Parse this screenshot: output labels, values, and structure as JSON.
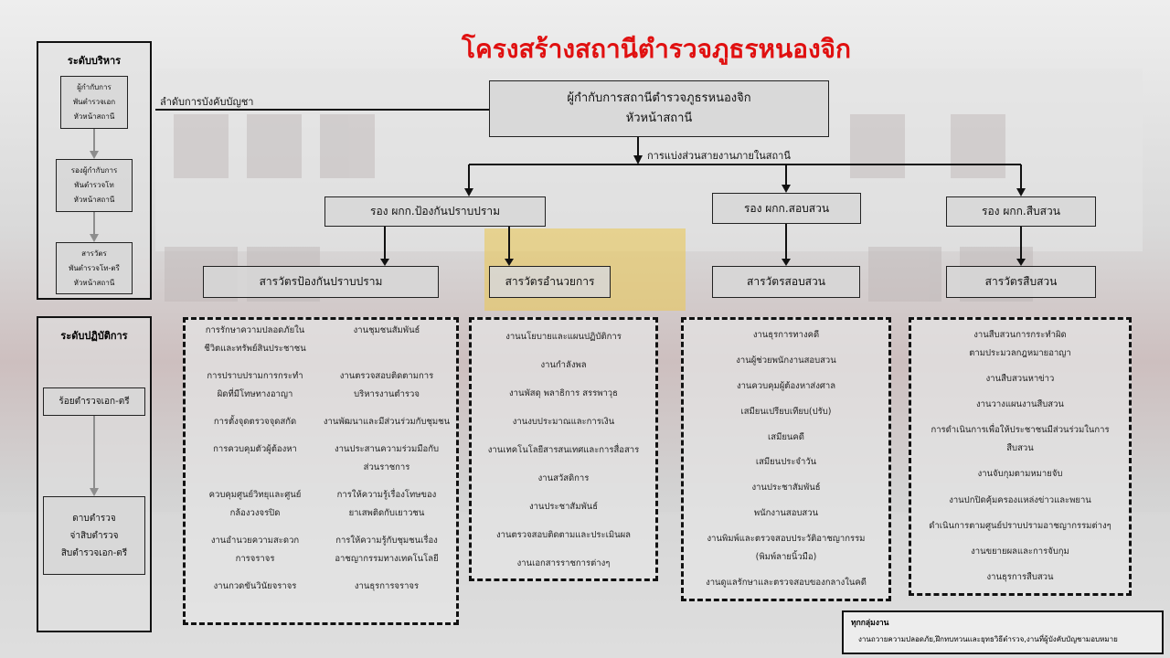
{
  "title": "โครงสร้างสถานีตำรวจภูธรหนองจิก",
  "command_label": "ลำดับการบังคับบัญชา",
  "division_label": "การแบ่งส่วนสายงานภายในสถานี",
  "top_box": {
    "line1": "ผู้กำกับการสถานีตำรวจภูธรหนองจิก",
    "line2": "หัวหน้าสถานี"
  },
  "admin_level": {
    "heading": "ระดับบริหาร",
    "boxes": [
      [
        "ผู้กำกับการ",
        "พันตำรวจเอก",
        "หัวหน้าสถานี"
      ],
      [
        "รองผู้กำกับการ",
        "พันตำรวจโท",
        "หัวหน้าสถานี"
      ],
      [
        "สารวัตร",
        "พันตำรวจโท-ตรี",
        "หัวหน้าสถานี"
      ]
    ]
  },
  "op_level": {
    "heading": "ระดับปฏิบัติการ",
    "box1": "ร้อยตำรวจเอก-ตรี",
    "box2": [
      "ดาบตำรวจ",
      "จ่าสิบตำรวจ",
      "สิบตำรวจเอก-ตรี"
    ]
  },
  "deputies": [
    "รอง ผกก.ป้องกันปราบปราม",
    "รอง ผกก.สอบสวน",
    "รอง ผกก.สืบสวน"
  ],
  "inspectors": [
    "สารวัตรป้องกันปราบปราม",
    "สารวัตรอำนวยการ",
    "สารวัตรสอบสวน",
    "สารวัตรสืบสวน"
  ],
  "prevention_tasks": [
    [
      "การรักษาความปลอดภัยใน\nชีวิตและทรัพย์สินประชาชน",
      "งานชุมชนสัมพันธ์"
    ],
    [
      "การปราบปรามการกระทำ\nผิดที่มีโทษทางอาญา",
      "งานตรวจสอบติดตามการ\nบริหารงานตำรวจ"
    ],
    [
      "การตั้งจุดตรวจจุดสกัด",
      "งานพัฒนาและมีส่วนร่วมกับชุมชน"
    ],
    [
      "การควบคุมตัวผู้ต้องหา",
      "งานประสานความร่วมมือกับ\nส่วนราชการ"
    ],
    [
      "ควบคุมศูนย์วิทยุและศูนย์\nกล้องวงจรปิด",
      "การให้ความรู้เรื่องโทษของ\nยาเสพติดกับเยาวชน"
    ],
    [
      "งานอำนวยความสะดวก\nการจราจร",
      "การให้ความรู้กับชุมชนเรื่อง\nอาชญากรรมทางเทคโนโลยี"
    ],
    [
      "งานกวดขันวินัยจราจร",
      "งานธุรการจราจร"
    ]
  ],
  "admin_tasks": [
    "งานนโยบายและแผนปฏิบัติการ",
    "งานกำลังพล",
    "งานพัสดุ พลาธิการ สรรพาวุธ",
    "งานงบประมาณและการเงิน",
    "งานเทคโนโลยีสารสนเทศและการสื่อสาร",
    "งานสวัสดิการ",
    "งานประชาสัมพันธ์",
    "งานตรวจสอบติดตามและประเมินผล",
    "งานเอกสารราชการต่างๆ"
  ],
  "investigation_tasks": [
    "งานธุรการทางคดี",
    "งานผู้ช่วยพนักงานสอบสวน",
    "งานควบคุมผู้ต้องหาส่งศาล",
    "เสมียนเปรียบเทียบ(ปรับ)",
    "เสมียนคดี",
    "เสมียนประจำวัน",
    "งานประชาสัมพันธ์",
    "พนักงานสอบสวน",
    "งานพิมพ์และตรวจสอบประวัติอาชญากรรม\n(พิมพ์ลายนิ้วมือ)",
    "งานดูแลรักษาและตรวจสอบของกลางในคดี"
  ],
  "inquiry_tasks": [
    "งานสืบสวนการกระทำผิด\nตามประมวลกฎหมายอาญา",
    "งานสืบสวนหาข่าว",
    "งานวางแผนงานสืบสวน",
    "การดำเนินการเพื่อให้ประชาชนมีส่วนร่วมในการ\nสืบสวน",
    "งานจับกุมตามหมายจับ",
    "งานปกปิดคุ้มครองแหล่งข่าวและพยาน",
    "ดำเนินการตามศูนย์ปราบปรามอาชญากรรมต่างๆ",
    "งานขยายผลและการจับกุม",
    "งานธุรการสืบสวน"
  ],
  "footer": {
    "heading": "ทุกกลุ่มงาน",
    "text": "งานถวายความปลอดภัย,ฝึกทบทวนและยุทธวิธีตำรวจ,งานที่ผู้บังคับบัญชามอบหมาย"
  },
  "colors": {
    "title": "#e01010"
  }
}
